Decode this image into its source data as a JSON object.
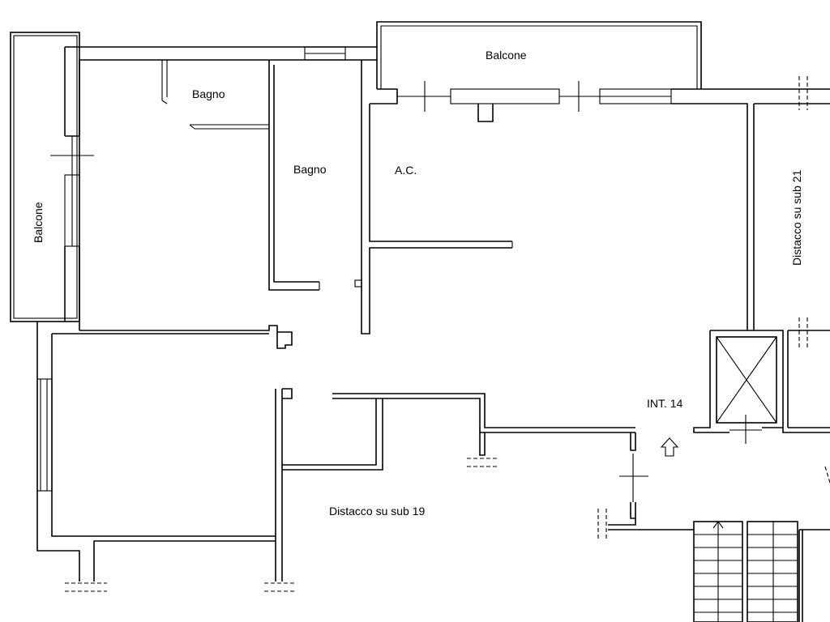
{
  "labels": {
    "balcone_top": "Balcone",
    "balcone_left": "Balcone",
    "bagno_1": "Bagno",
    "bagno_2": "Bagno",
    "ac": "A.C.",
    "distacco_21": "Distacco su sub 21",
    "int_14": "INT. 14",
    "distacco_19": "Distacco su sub 19"
  },
  "icons": {
    "entrance": "entrance-arrow-icon",
    "elevator": "elevator-icon",
    "stairs": "stairs-icon"
  },
  "colors": {
    "line": "#000000",
    "background": "#ffffff"
  }
}
